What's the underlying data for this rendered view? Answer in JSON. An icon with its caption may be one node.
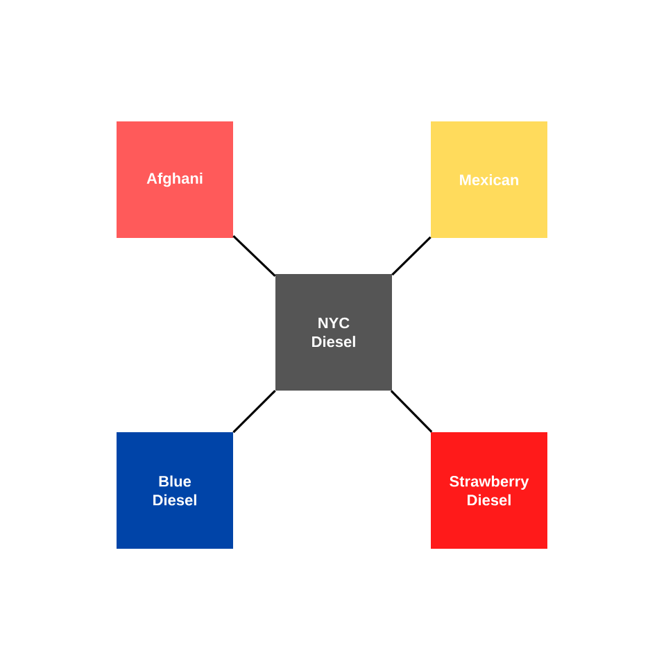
{
  "diagram": {
    "nodes": [
      {
        "text": [
          "Afghani"
        ]
      },
      {
        "text": [
          "Mexican"
        ]
      },
      {
        "text": [
          "NYC Diesel"
        ]
      },
      {
        "text": [
          "Blue Diesel"
        ]
      },
      {
        "text": [
          "Strawberry Diesel"
        ]
      }
    ],
    "edges": [
      {
        "from": 2,
        "to": 0,
        "arrow": "none"
      },
      {
        "from": 2,
        "to": 1,
        "arrow": "none"
      },
      {
        "from": 2,
        "to": 3,
        "arrow": "none"
      },
      {
        "from": 2,
        "to": 4,
        "arrow": "none"
      }
    ]
  }
}
